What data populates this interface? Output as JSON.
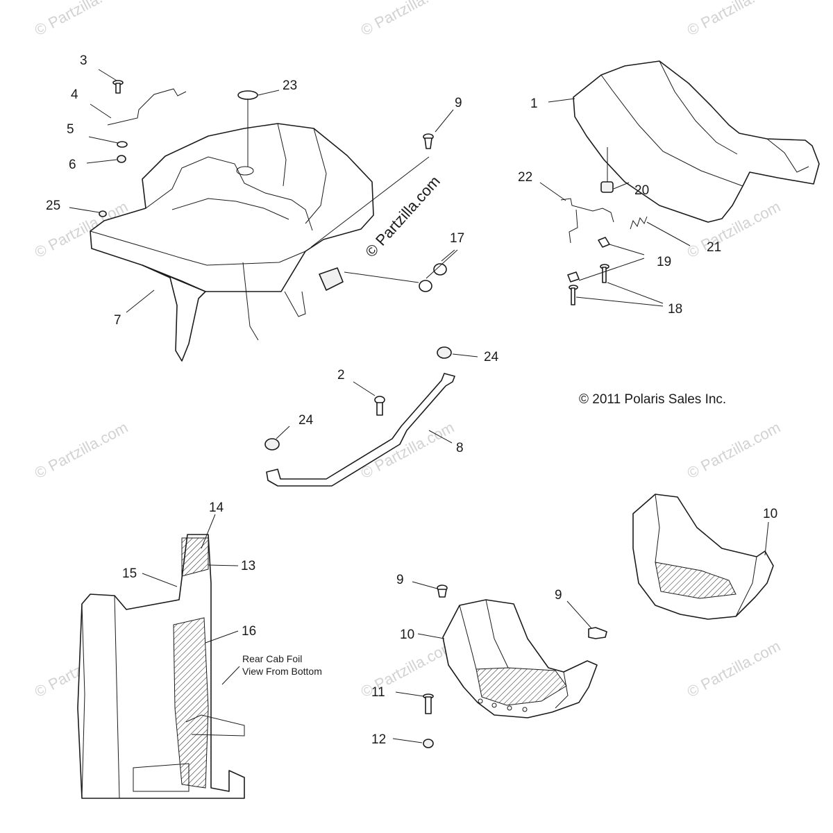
{
  "watermark_text": "© Partzilla.com",
  "brand_mark": "© Partzilla.com",
  "copyright": "© 2011 Polaris Sales Inc.",
  "note": {
    "line1": "Rear Cab Foil",
    "line2": "View From Bottom"
  },
  "callouts": {
    "c1": "1",
    "c2": "2",
    "c3": "3",
    "c4": "4",
    "c5": "5",
    "c6": "6",
    "c7": "7",
    "c8": "8",
    "c9a": "9",
    "c9b": "9",
    "c9c": "9",
    "c10a": "10",
    "c10b": "10",
    "c11": "11",
    "c12": "12",
    "c13": "13",
    "c14": "14",
    "c15": "15",
    "c16": "16",
    "c17": "17",
    "c18": "18",
    "c19": "19",
    "c20": "20",
    "c21": "21",
    "c22": "22",
    "c23": "23",
    "c24a": "24",
    "c24b": "24",
    "c25": "25"
  }
}
